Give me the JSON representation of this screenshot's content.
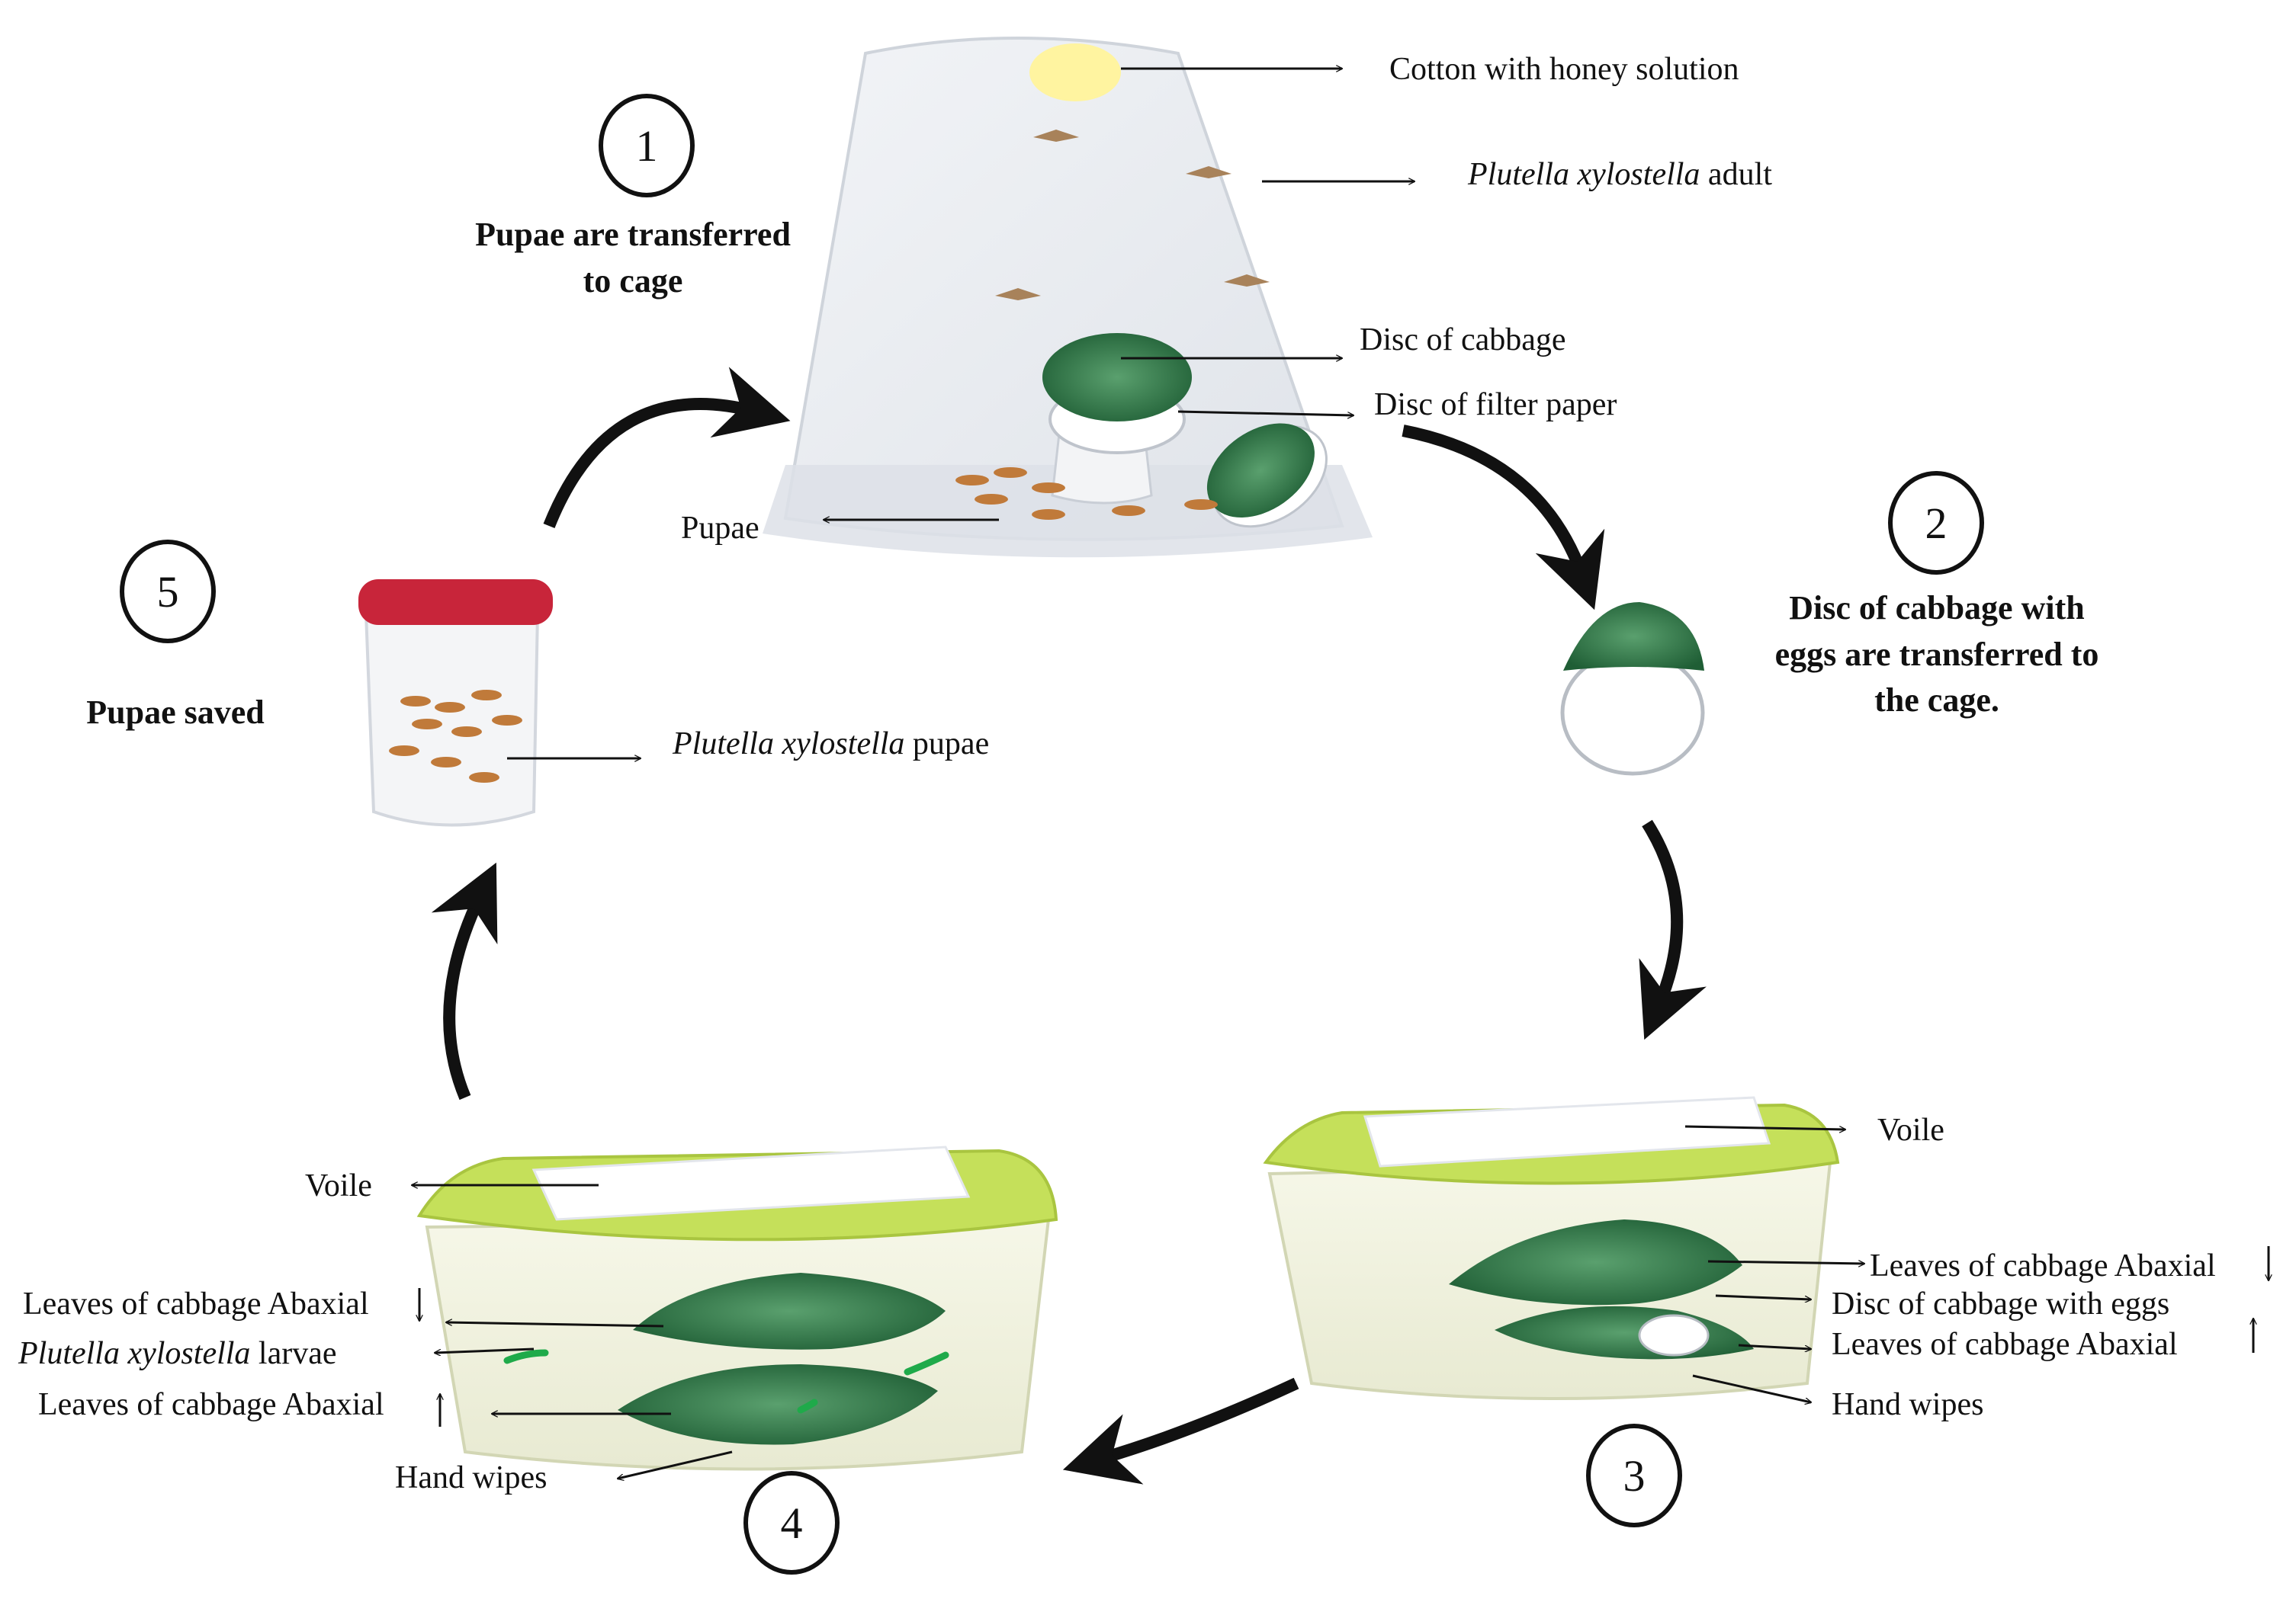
{
  "steps": [
    {
      "number": "1",
      "title_line1": "Pupae  are transferred",
      "title_line2": "to cage"
    },
    {
      "number": "2",
      "title_line1": "Disc of cabbage with",
      "title_line2": "eggs are transferred  to",
      "title_line3": "the cage."
    },
    {
      "number": "3"
    },
    {
      "number": "4"
    },
    {
      "number": "5",
      "title_line1": "Pupae  saved"
    }
  ],
  "cage_labels": {
    "cotton": "Cotton with honey solution",
    "adult_species": "Plutella xylostella",
    "adult_suffix": " adult",
    "disc_cabbage": "Disc of cabbage",
    "disc_filter": "Disc of  filter paper",
    "pupae": "Pupae"
  },
  "jar_labels": {
    "pupae_species": "Plutella xylostella",
    "pupae_suffix": " pupae"
  },
  "box3_labels": {
    "voile": "Voile",
    "leaves_abaxial_down": "Leaves of cabbage Abaxial",
    "disc_eggs": "Disc of cabbage with  eggs",
    "leaves_abaxial_up": "Leaves of cabbage Abaxial",
    "hand_wipes": "Hand wipes"
  },
  "box4_labels": {
    "voile": "Voile",
    "leaves_abaxial_down": "Leaves of cabbage Abaxial",
    "larvae_species": "Plutella xylostella",
    "larvae_suffix": " larvae",
    "leaves_abaxial_up": "Leaves of cabbage Abaxial",
    "hand_wipes": "Hand wipes"
  },
  "colors": {
    "lid_green": "#c5e05a",
    "leaf_green": "#2f7a46",
    "jar_cap_red": "#c8253a",
    "pupa_brown": "#c07a3a",
    "cotton_yellow": "#fff4a0"
  }
}
